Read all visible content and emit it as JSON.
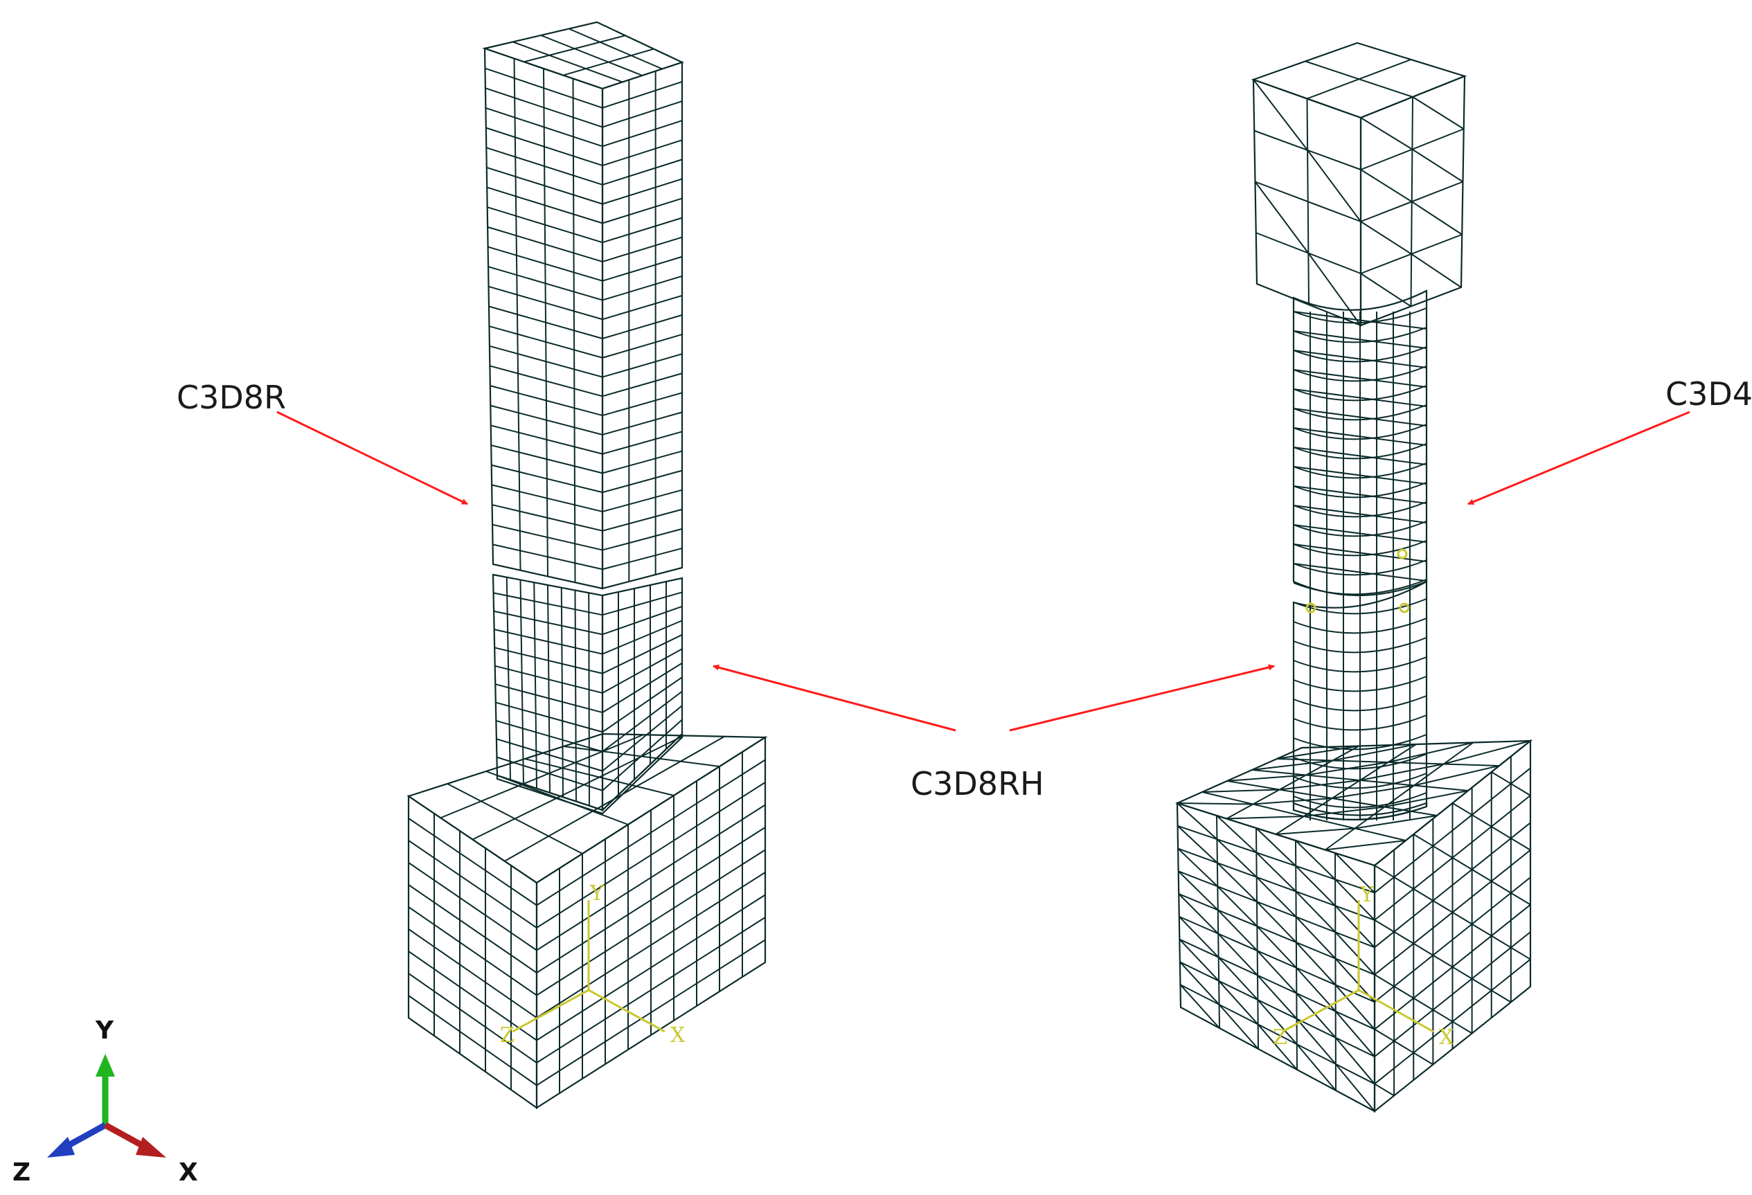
{
  "labels": {
    "left_element": "C3D8R",
    "middle_element": "C3D8RH",
    "right_element": "C3D4"
  },
  "triad": {
    "y": "Y",
    "z": "Z",
    "x": "X"
  },
  "local_csys": {
    "y": "Y",
    "z": "Z",
    "x": "X"
  },
  "colors": {
    "mesh_front": "#00e5e5",
    "mesh_side": "#00bcbc",
    "mesh_top": "#33ffff",
    "mesh_edges": "#0b2a2a",
    "arrows": "#ff1a1a",
    "csys": "#c8c830",
    "axis_y": "#1fb51f",
    "axis_z": "#1f3fbf",
    "axis_x": "#b31f1f"
  }
}
